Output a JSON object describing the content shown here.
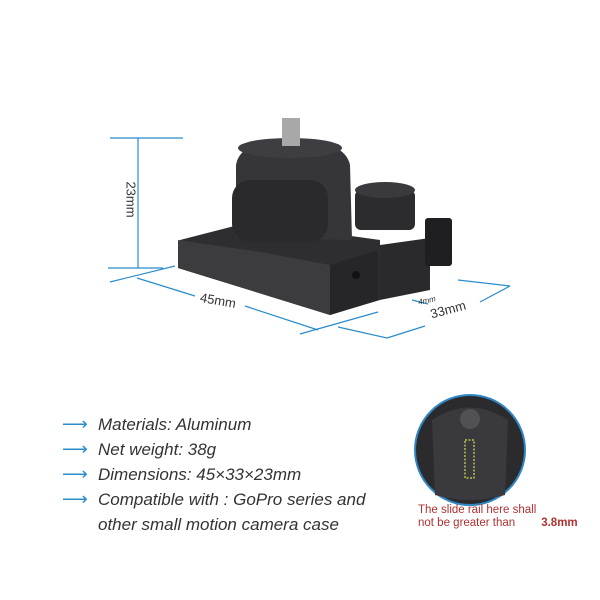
{
  "dimensions": {
    "height": "23mm",
    "length": "45mm",
    "width": "33mm",
    "rail": "4mm"
  },
  "specs": [
    "Materials: Aluminum",
    "Net weight: 38g",
    "Dimensions: 45×33×23mm",
    "Compatible with : GoPro series and"
  ],
  "specs_continuation": "other small motion camera case",
  "note": {
    "text": "The slide rail here shall not be greater than",
    "value": "3.8mm"
  },
  "colors": {
    "dimension_line": "#2a8ccc",
    "arrow": "#2a8ccc",
    "note": "#b03232",
    "product": "#2b2b2d"
  },
  "icons": {
    "bullet": "arrow-right-icon"
  }
}
